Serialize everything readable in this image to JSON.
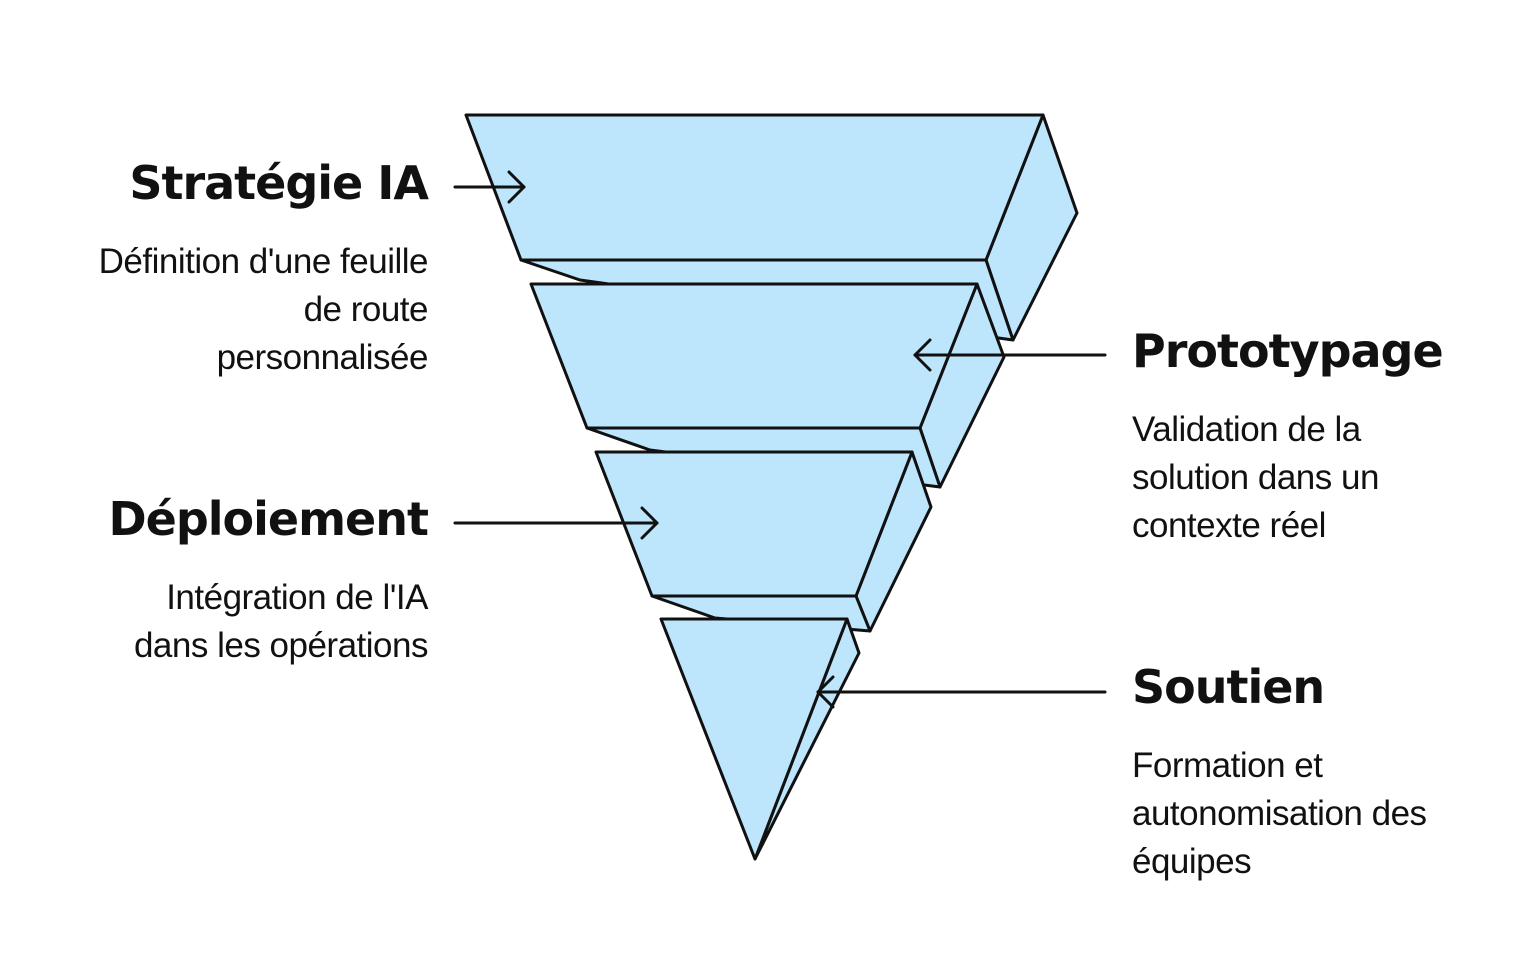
{
  "colors": {
    "fill": "#bde5fb",
    "stroke": "#111111",
    "text": "#111111",
    "background": "#ffffff"
  },
  "stages": [
    {
      "title": "Stratégie IA",
      "desc_lines": [
        "Définition d'une feuille",
        "de route",
        "personnalisée"
      ]
    },
    {
      "title": "Prototypage",
      "desc_lines": [
        "Validation de la",
        "solution dans un",
        "contexte réel"
      ]
    },
    {
      "title": "Déploiement",
      "desc_lines": [
        "Intégration de l'IA",
        "dans les opérations"
      ]
    },
    {
      "title": "Soutien",
      "desc_lines": [
        "Formation et",
        "autonomisation des",
        "équipes"
      ]
    }
  ]
}
